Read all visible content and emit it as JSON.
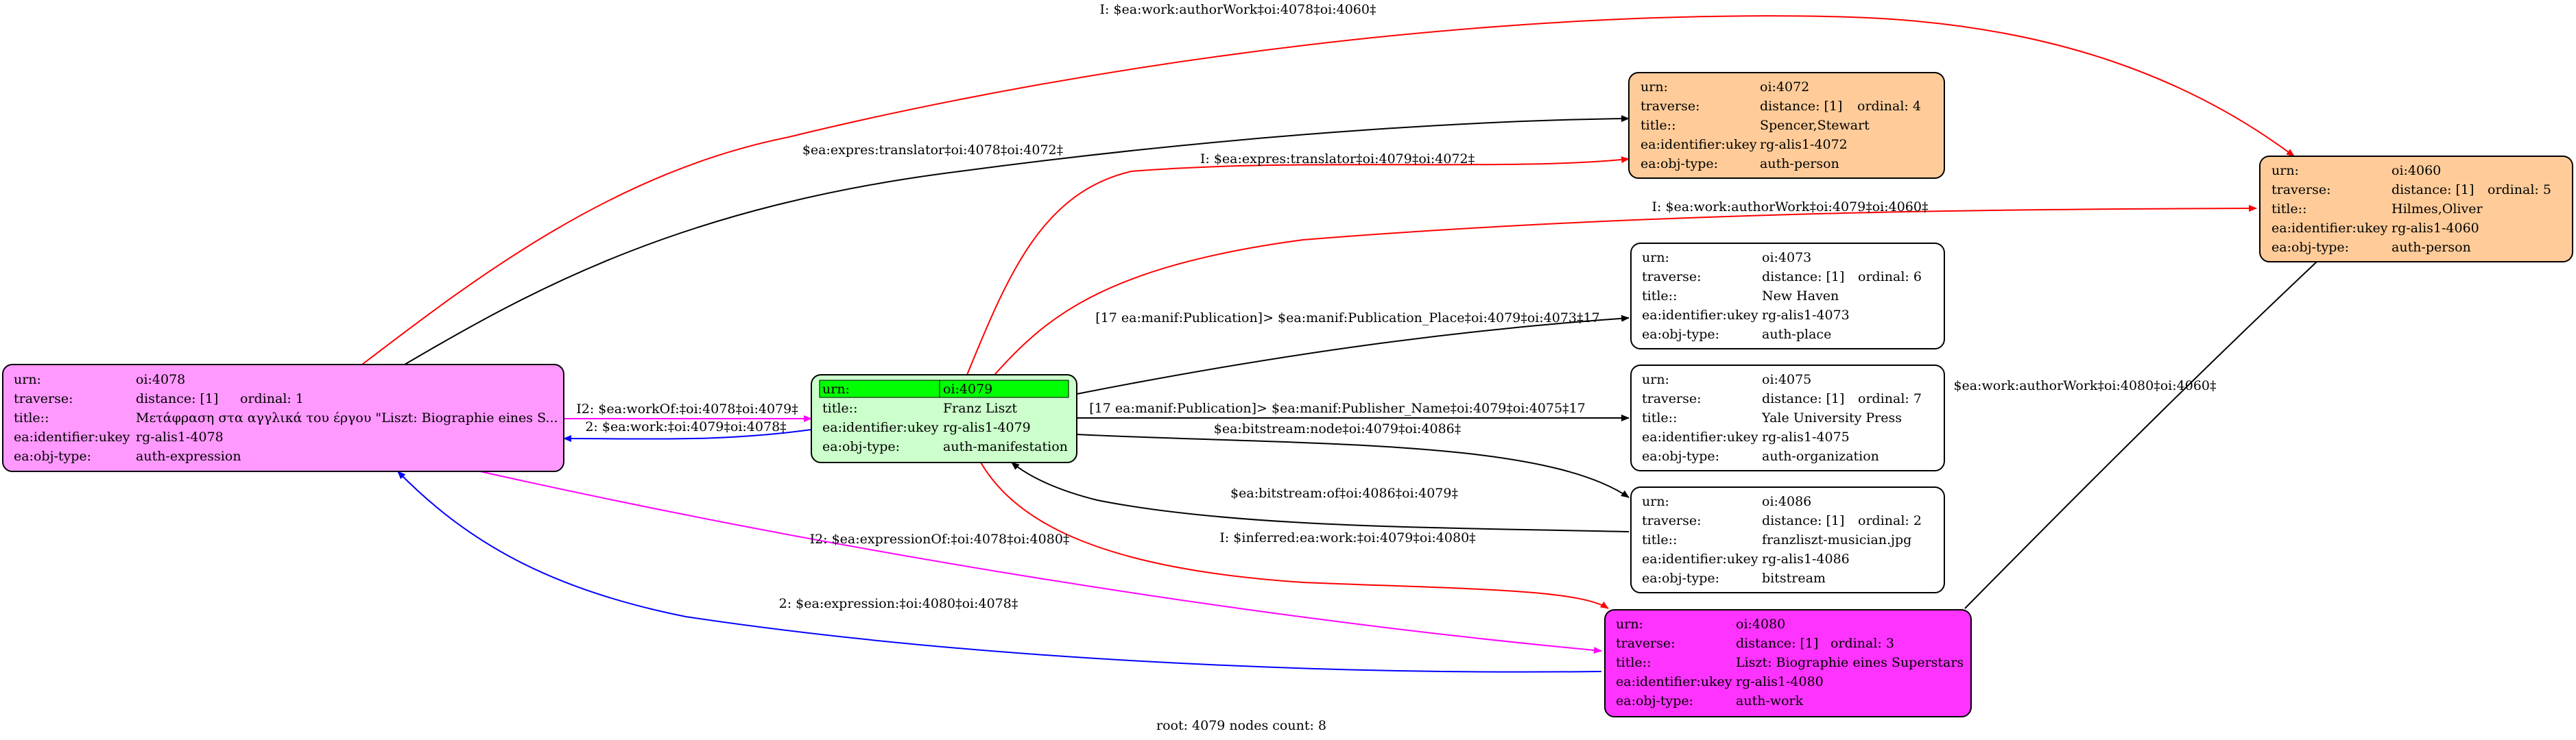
{
  "colors": {
    "highlight_root": "#00ff00",
    "expression": "#ff99ff",
    "manifestation": "#ccffcc",
    "person": "#ffcc99",
    "work": "#ff33ff",
    "plain": "#ffffff",
    "edge_red": "#ff0000",
    "edge_black": "#000000",
    "edge_blue": "#0000ff",
    "edge_magenta": "#ff00ff"
  },
  "field_labels": {
    "urn": "urn:",
    "traverse": "traverse:",
    "title": "title::",
    "identifier": "ea:identifier:ukey",
    "objtype": "ea:obj-type:"
  },
  "nodes": [
    {
      "id": "4078",
      "fill": "expression",
      "urn": "oi:4078",
      "distance": "distance: [1]",
      "ordinal": "ordinal: 1",
      "title": "Μετάφραση στα αγγλικά του έργου \"Liszt: Biographie eines S...",
      "identifier": "rg-alis1-4078",
      "objtype": "auth-expression"
    },
    {
      "id": "4079",
      "fill": "manifestation",
      "root": true,
      "urn": "oi:4079",
      "title": "Franz Liszt",
      "identifier": "rg-alis1-4079",
      "objtype": "auth-manifestation"
    },
    {
      "id": "4072",
      "fill": "person",
      "urn": "oi:4072",
      "distance": "distance: [1]",
      "ordinal": "ordinal: 4",
      "title": "Spencer,Stewart",
      "identifier": "rg-alis1-4072",
      "objtype": "auth-person"
    },
    {
      "id": "4060",
      "fill": "person",
      "urn": "oi:4060",
      "distance": "distance: [1]",
      "ordinal": "ordinal: 5",
      "title": "Hilmes,Oliver",
      "identifier": "rg-alis1-4060",
      "objtype": "auth-person"
    },
    {
      "id": "4073",
      "fill": "plain",
      "urn": "oi:4073",
      "distance": "distance: [1]",
      "ordinal": "ordinal: 6",
      "title": "New Haven",
      "identifier": "rg-alis1-4073",
      "objtype": "auth-place"
    },
    {
      "id": "4075",
      "fill": "plain",
      "urn": "oi:4075",
      "distance": "distance: [1]",
      "ordinal": "ordinal: 7",
      "title": "Yale University Press",
      "identifier": "rg-alis1-4075",
      "objtype": "auth-organization"
    },
    {
      "id": "4086",
      "fill": "plain",
      "urn": "oi:4086",
      "distance": "distance: [1]",
      "ordinal": "ordinal: 2",
      "title": "franzliszt-musician.jpg",
      "identifier": "rg-alis1-4086",
      "objtype": "bitstream"
    },
    {
      "id": "4080",
      "fill": "work",
      "urn": "oi:4080",
      "distance": "distance: [1]",
      "ordinal": "ordinal: 3",
      "title": "Liszt: Biographie eines Superstars",
      "identifier": "rg-alis1-4080",
      "objtype": "auth-work"
    }
  ],
  "edges": [
    {
      "id": "e1",
      "color": "edge_red",
      "label": "I: $ea:work:authorWork‡oi:4078‡oi:4060‡"
    },
    {
      "id": "e2",
      "color": "edge_black",
      "label": "$ea:expres:translator‡oi:4078‡oi:4072‡"
    },
    {
      "id": "e3",
      "color": "edge_red",
      "label": "I: $ea:expres:translator‡oi:4079‡oi:4072‡"
    },
    {
      "id": "e4",
      "color": "edge_red",
      "label": "I: $ea:work:authorWork‡oi:4079‡oi:4060‡"
    },
    {
      "id": "e5",
      "color": "edge_black",
      "label": "[17 ea:manif:Publication]> $ea:manif:Publication_Place‡oi:4079‡oi:4073‡17"
    },
    {
      "id": "e6",
      "color": "edge_black",
      "label": "[17 ea:manif:Publication]> $ea:manif:Publisher_Name‡oi:4079‡oi:4075‡17"
    },
    {
      "id": "e7",
      "color": "edge_black",
      "label": "$ea:bitstream:node‡oi:4079‡oi:4086‡"
    },
    {
      "id": "e8",
      "color": "edge_black",
      "label": "$ea:bitstream:of‡oi:4086‡oi:4079‡"
    },
    {
      "id": "e9",
      "color": "edge_red",
      "label": "I: $inferred:ea:work:‡oi:4079‡oi:4080‡"
    },
    {
      "id": "e10",
      "color": "edge_magenta",
      "label": "I2: $ea:workOf:‡oi:4078‡oi:4079‡"
    },
    {
      "id": "e11",
      "color": "edge_blue",
      "label": "2: $ea:work:‡oi:4079‡oi:4078‡"
    },
    {
      "id": "e12",
      "color": "edge_magenta",
      "label": "I2: $ea:expressionOf:‡oi:4078‡oi:4080‡"
    },
    {
      "id": "e13",
      "color": "edge_blue",
      "label": "2: $ea:expression:‡oi:4080‡oi:4078‡"
    },
    {
      "id": "e14",
      "color": "edge_black",
      "label": "$ea:work:authorWork‡oi:4080‡oi:4060‡"
    }
  ],
  "footer": "root: 4079 nodes count: 8"
}
